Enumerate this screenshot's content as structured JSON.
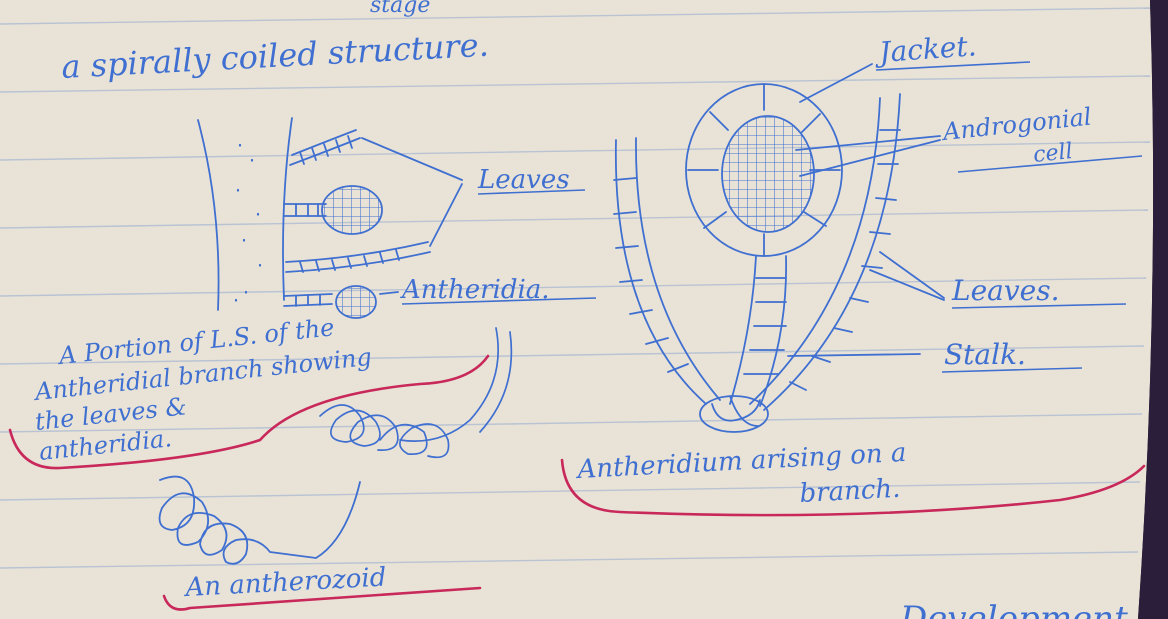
{
  "page": {
    "top_partial_word": "stage",
    "intro_line": "a spirally coiled structure.",
    "colors": {
      "paper": "#e9e3d7",
      "rule_line": "#b9c3d3",
      "ink_blue": "#3f6fd0",
      "ink_red": "#c8285a",
      "binding": "#2a1e3a"
    }
  },
  "left_figure": {
    "labels": {
      "leaves": "Leaves",
      "antheridia": "Antheridia."
    },
    "caption_lines": [
      "A Portion of L.S. of the",
      "Antheridial branch showing",
      "the leaves &",
      "antheridia."
    ]
  },
  "antherozoid_figure": {
    "caption": "An antherozoid"
  },
  "right_figure": {
    "labels": {
      "jacket": "Jacket.",
      "androgonial_line1": "Androgonial",
      "androgonial_line2": "cell",
      "leaves": "Leaves.",
      "stalk": "Stalk."
    },
    "caption_lines": [
      "Antheridium arising on a",
      "branch."
    ]
  },
  "bottom_partial_word": "Development"
}
